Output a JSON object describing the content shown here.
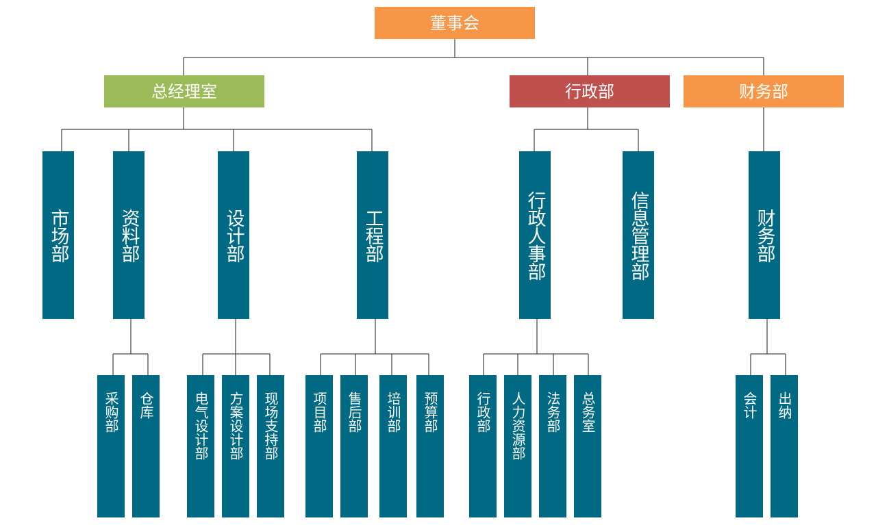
{
  "colors": {
    "board": "#F79646",
    "gm_office": "#9BBB59",
    "admin": "#C0504D",
    "finance": "#F79646",
    "dept": "#006A84",
    "line": "#1a1a1a"
  },
  "board": {
    "label": "董事会"
  },
  "level1": [
    {
      "id": "gm-office",
      "label": "总经理室"
    },
    {
      "id": "admin",
      "label": "行政部"
    },
    {
      "id": "finance",
      "label": "财务部"
    }
  ],
  "level2": [
    {
      "id": "market",
      "label": "市场部"
    },
    {
      "id": "material",
      "label": "资料部"
    },
    {
      "id": "design",
      "label": "设计部"
    },
    {
      "id": "engineering",
      "label": "工程部"
    },
    {
      "id": "admin-hr",
      "label": "行政人事部"
    },
    {
      "id": "info-mgmt",
      "label": "信息管理部"
    },
    {
      "id": "finance-dept",
      "label": "财务部"
    }
  ],
  "level3": [
    {
      "id": "purchase",
      "label": "采购部"
    },
    {
      "id": "warehouse",
      "label": "仓库"
    },
    {
      "id": "electrical",
      "label": "电气设计部"
    },
    {
      "id": "scheme",
      "label": "方案设计部"
    },
    {
      "id": "onsite",
      "label": "现场支持部"
    },
    {
      "id": "project",
      "label": "项目部"
    },
    {
      "id": "aftersales",
      "label": "售后部"
    },
    {
      "id": "training",
      "label": "培训部"
    },
    {
      "id": "budget",
      "label": "预算部"
    },
    {
      "id": "administration",
      "label": "行政部"
    },
    {
      "id": "hr",
      "label": "人力资源部"
    },
    {
      "id": "legal",
      "label": "法务部"
    },
    {
      "id": "general-affairs",
      "label": "总务室"
    },
    {
      "id": "accounting",
      "label": "会计"
    },
    {
      "id": "cashier",
      "label": "出纳"
    }
  ]
}
